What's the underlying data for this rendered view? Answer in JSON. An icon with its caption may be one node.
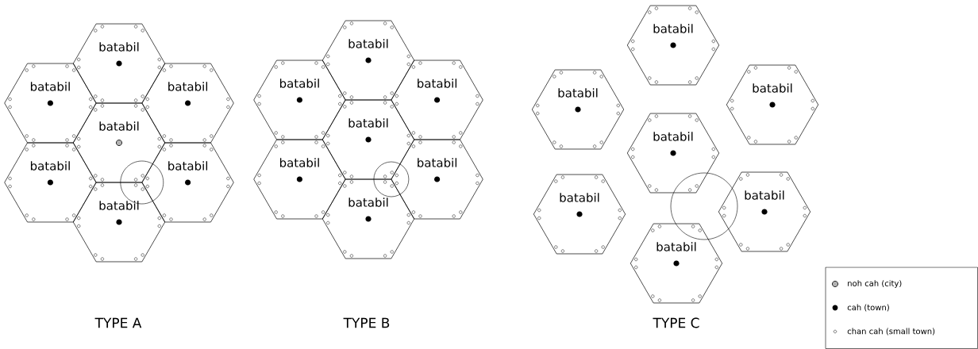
{
  "diagram": {
    "nodes": [
      {
        "text": [
          "batabil"
        ]
      },
      {
        "text": [
          "batabil"
        ]
      },
      {
        "text": [
          "batabil"
        ]
      },
      {
        "text": [
          "batabil"
        ]
      },
      {
        "text": [
          "batabil"
        ]
      },
      {
        "text": [
          "batabil"
        ]
      },
      {
        "text": [
          "batabil"
        ]
      },
      {
        "text": [
          "batabil"
        ]
      },
      {
        "text": [
          "batabil"
        ]
      },
      {
        "text": [
          "batabil"
        ]
      },
      {
        "text": [
          "batabil"
        ]
      },
      {
        "text": [
          "batabil"
        ]
      },
      {
        "text": [
          "batabil"
        ]
      },
      {
        "text": [
          "batabil"
        ]
      },
      {
        "text": [
          "batabil"
        ]
      },
      {
        "text": [
          "batabil"
        ]
      },
      {
        "text": [
          "batabil"
        ]
      },
      {
        "text": [
          "batabil"
        ]
      },
      {
        "text": [
          "batabil"
        ]
      },
      {
        "text": [
          "batabil"
        ]
      },
      {
        "text": [
          "batabil"
        ]
      }
    ],
    "labels": [
      "TYPE A",
      "TYPE B",
      "TYPE C"
    ],
    "legend": [
      {
        "text": "noh cah (city)"
      },
      {
        "text": "cah (town)"
      },
      {
        "text": "chan cah (small town)"
      }
    ]
  }
}
